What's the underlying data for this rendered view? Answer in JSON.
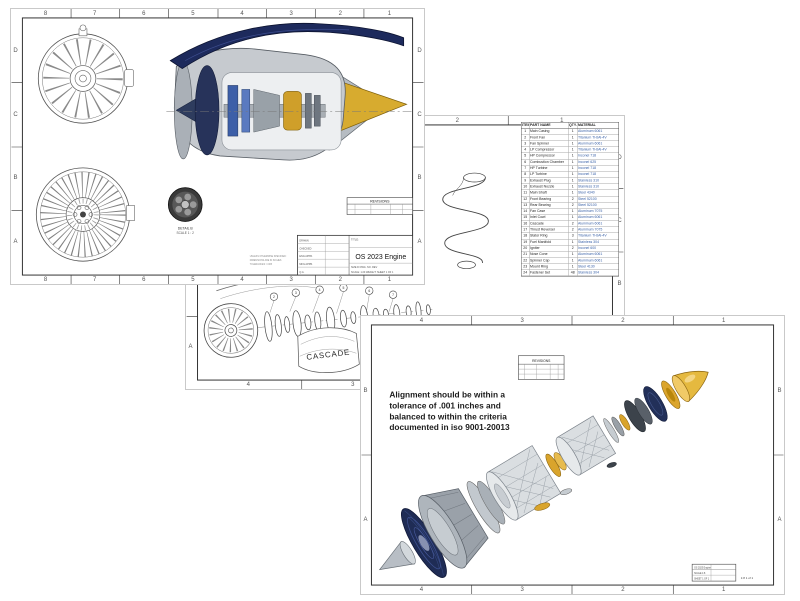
{
  "sheet1": {
    "zones_h": [
      "8",
      "7",
      "6",
      "5",
      "4",
      "3",
      "2",
      "1"
    ],
    "zones_v": [
      "D",
      "C",
      "B",
      "A"
    ],
    "revisions_label": "REVISIONS",
    "detail_label_1": "DETAIL B",
    "detail_label_2": "SCALE 1 : 2",
    "notes": [
      "UNLESS OTHERWISE SPECIFIED:",
      "DIMENSIONS ARE IN INCHES",
      "TOLERANCES: ±.005"
    ],
    "title_block": {
      "title_label": "TITLE:",
      "title": "OS 2023 Engine",
      "rows": [
        "DRAWN",
        "CHECKED",
        "ENG APPR.",
        "MFG APPR.",
        "Q.A."
      ],
      "size_line": "SIZE D    DWG. NO.        REV",
      "scale_line": "SCALE: 1:20   WEIGHT:   SHEET 1 OF 1"
    }
  },
  "sheet2": {
    "zones_h": [
      "4",
      "3",
      "2",
      "1"
    ],
    "zones_v": [
      "D",
      "C",
      "B",
      "A"
    ],
    "cascade": "CASCADE",
    "balloons": [
      "2",
      "3",
      "4",
      "5",
      "6",
      "7"
    ],
    "table": {
      "headers": [
        "ITEM",
        "PART NAME",
        "QTY.",
        "MATERIAL"
      ],
      "rows": [
        {
          "item": "1",
          "name": "Main Casing",
          "qty": "1",
          "mat": "Aluminum 6061"
        },
        {
          "item": "2",
          "name": "Front Fan",
          "qty": "1",
          "mat": "Titanium Ti-6Al-4V"
        },
        {
          "item": "3",
          "name": "Fan Spinner",
          "qty": "1",
          "mat": "Aluminum 6061"
        },
        {
          "item": "4",
          "name": "LP Compressor",
          "qty": "1",
          "mat": "Titanium Ti-6Al-4V"
        },
        {
          "item": "5",
          "name": "HP Compressor",
          "qty": "1",
          "mat": "Inconel 718"
        },
        {
          "item": "6",
          "name": "Combustion Chamber",
          "qty": "1",
          "mat": "Inconel 625"
        },
        {
          "item": "7",
          "name": "HP Turbine",
          "qty": "1",
          "mat": "Inconel 718"
        },
        {
          "item": "8",
          "name": "LP Turbine",
          "qty": "1",
          "mat": "Inconel 718"
        },
        {
          "item": "9",
          "name": "Exhaust Plug",
          "qty": "1",
          "mat": "Stainless 310"
        },
        {
          "item": "10",
          "name": "Exhaust Nozzle",
          "qty": "1",
          "mat": "Stainless 310"
        },
        {
          "item": "11",
          "name": "Main Shaft",
          "qty": "1",
          "mat": "Steel 4340"
        },
        {
          "item": "12",
          "name": "Front Bearing",
          "qty": "2",
          "mat": "Steel 52100"
        },
        {
          "item": "13",
          "name": "Rear Bearing",
          "qty": "2",
          "mat": "Steel 52100"
        },
        {
          "item": "14",
          "name": "Fan Case",
          "qty": "1",
          "mat": "Aluminum 7075"
        },
        {
          "item": "15",
          "name": "Inlet Cowl",
          "qty": "1",
          "mat": "Aluminum 6061"
        },
        {
          "item": "16",
          "name": "Cascade",
          "qty": "2",
          "mat": "Aluminum 6061"
        },
        {
          "item": "17",
          "name": "Thrust Reverser",
          "qty": "2",
          "mat": "Aluminum 7075"
        },
        {
          "item": "18",
          "name": "Stator Ring",
          "qty": "3",
          "mat": "Titanium Ti-6Al-4V"
        },
        {
          "item": "19",
          "name": "Fuel Manifold",
          "qty": "1",
          "mat": "Stainless 304"
        },
        {
          "item": "20",
          "name": "Igniter",
          "qty": "2",
          "mat": "Inconel 600"
        },
        {
          "item": "21",
          "name": "Nose Cone",
          "qty": "1",
          "mat": "Aluminum 6061"
        },
        {
          "item": "22",
          "name": "Spinner Cap",
          "qty": "1",
          "mat": "Aluminum 6061"
        },
        {
          "item": "23",
          "name": "Mount Ring",
          "qty": "1",
          "mat": "Steel 4130"
        },
        {
          "item": "24",
          "name": "Fastener Set",
          "qty": "48",
          "mat": "Stainless 304"
        }
      ]
    }
  },
  "sheet3": {
    "zones_h": [
      "4",
      "3",
      "2",
      "1"
    ],
    "zones_v": [
      "B",
      "A"
    ],
    "note_lines": [
      "Alignment should be within a",
      "tolerance of .001 inches and",
      "balanced to within the criteria",
      "documented in iso 9001-20013"
    ],
    "revisions_label": "REVISIONS",
    "tb": [
      "OS 2023 Engine",
      "SCALE 1:8",
      "SHEET 1 OF 1"
    ],
    "format_text": "1:8   1 of 1"
  }
}
